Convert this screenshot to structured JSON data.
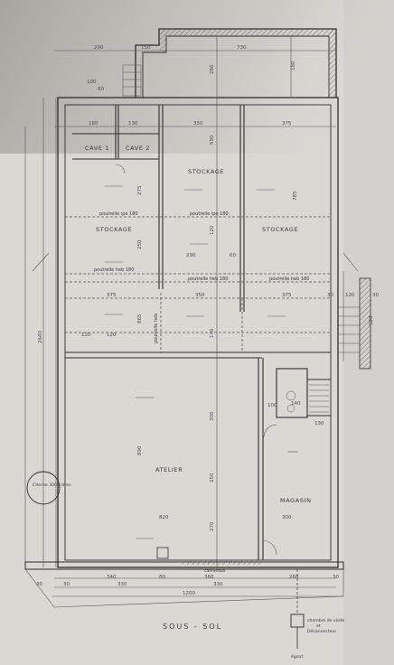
{
  "plan_title": "SOUS - SOL",
  "rooms": {
    "cave1": "CAVE 1",
    "cave2": "CAVE 2",
    "stockage_top": "STOCKAGE",
    "stockage_left": "STOCKAGE",
    "stockage_right": "STOCKAGE",
    "atelier": "ATELIER",
    "magasin": "MAGASIN"
  },
  "beams": {
    "ipe_left": "poutrelle ipe 180",
    "ipe_mid": "poutrelle ipe 180",
    "heb_left": "poutrelle heb 180",
    "heb_mid": "poutrelle heb 180",
    "heb_right": "poutrelle heb 180",
    "heb_vertical": "poutrelle heb"
  },
  "notes": {
    "citerne": "Citerne 3000 litres",
    "chambre_line1": "chambre de visite",
    "chambre_line2": "et",
    "chambre_line3": "Déconnecteur",
    "egout": "égout",
    "caniveaux": "caniveaux"
  },
  "dimensions": {
    "top_left": "290",
    "top_150": "150",
    "top_730": "730",
    "top_right_180": "180",
    "v_280": "280",
    "small_100": "100",
    "small_60": "60",
    "cave_180": "180",
    "cave_130": "130",
    "mid_350": "350",
    "right_375": "375",
    "v_590": "590",
    "v_275": "275",
    "v_250": "250",
    "v_120": "120",
    "v_785": "785",
    "s_290": "290",
    "s_60": "60",
    "row_375": "375",
    "row_350": "350",
    "row_375b": "375",
    "row_120": "120",
    "v_865": "865",
    "v_170": "170",
    "l_120": "120",
    "l_120b": "120",
    "total_2640": "2640",
    "stair_100": "100",
    "stair_140": "140",
    "stair_130": "130",
    "v_300": "300",
    "v_890": "890",
    "v_250b": "250",
    "v_270": "270",
    "w_820": "820",
    "w_300": "300",
    "b_340": "340",
    "b_330": "330",
    "b_80": "80",
    "b_360": "360",
    "b_330b": "330",
    "b_260": "260",
    "b_1200": "1200",
    "b_30a": "30",
    "b_30b": "30",
    "r_30": "30",
    "r_30b": "30",
    "r_120": "120",
    "r_30c": "30"
  }
}
